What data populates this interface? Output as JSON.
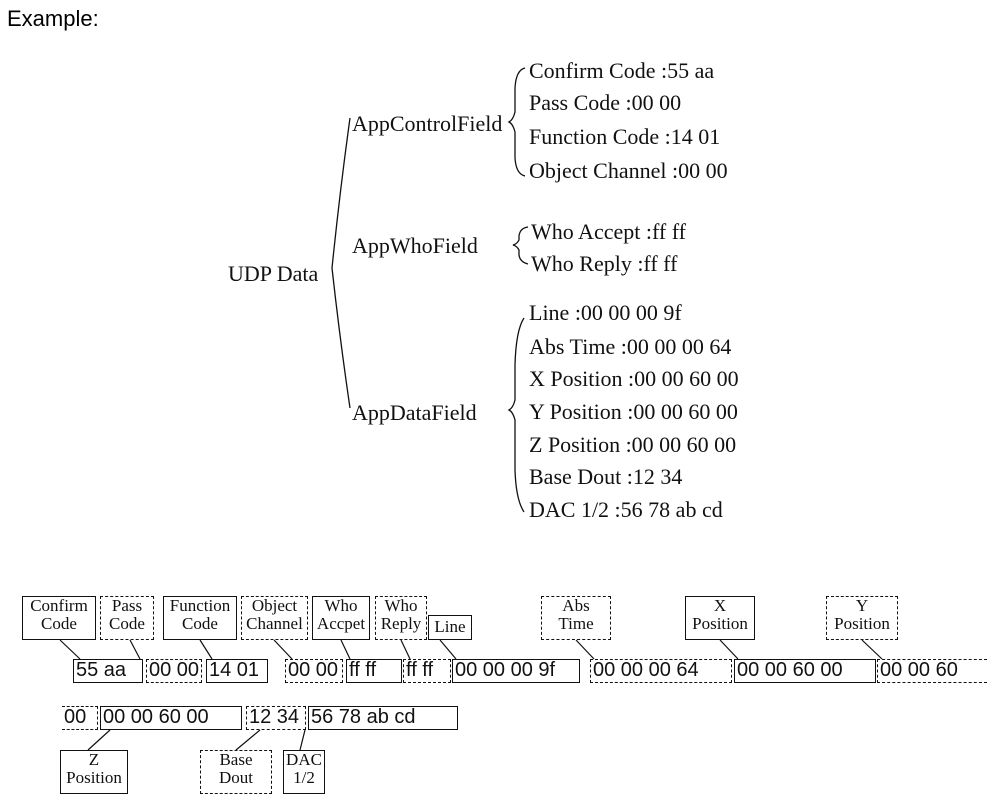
{
  "intro": "Example:",
  "tree": {
    "root": "UDP Data",
    "groups": [
      {
        "name": "AppControlField",
        "items": [
          "Confirm Code :55  aa",
          "Pass Code :00  00",
          "Function Code :14  01",
          "Object Channel :00  00"
        ]
      },
      {
        "name": "AppWhoField",
        "items": [
          "Who Accept :ff  ff",
          "Who Reply :ff  ff"
        ]
      },
      {
        "name": "AppDataField",
        "items": [
          "Line :00  00  00  9f",
          "Abs Time :00  00  00  64",
          "X Position :00  00  60  00",
          "Y Position :00  00  60  00",
          "Z Position :00  00  60  00",
          "Base Dout :12  34",
          "DAC 1/2  :56  78  ab  cd"
        ]
      }
    ]
  },
  "structure": {
    "labels_row1": [
      {
        "l1": "Confirm",
        "l2": "Code"
      },
      {
        "l1": "Pass",
        "l2": "Code"
      },
      {
        "l1": "Function",
        "l2": "Code"
      },
      {
        "l1": "Object",
        "l2": "Channel"
      },
      {
        "l1": "Who",
        "l2": "Accpet"
      },
      {
        "l1": "Who",
        "l2": "Reply"
      },
      {
        "l1": "Line",
        "l2": ""
      },
      {
        "l1": "Abs",
        "l2": "Time"
      },
      {
        "l1": "X",
        "l2": "Position"
      },
      {
        "l1": "Y",
        "l2": "Position"
      }
    ],
    "hex_row1": [
      "55  aa",
      "00  00",
      "14  01",
      "00  00",
      "ff  ff",
      "ff  ff",
      "00  00  00  9f",
      "00  00  00  64",
      "00  00  60  00",
      "00  00  60"
    ],
    "hex_row2": [
      "00",
      "00  00  60  00",
      "12  34",
      "56  78  ab  cd"
    ],
    "labels_row2": [
      {
        "l1": "Z",
        "l2": "Position"
      },
      {
        "l1": "Base",
        "l2": "Dout"
      },
      {
        "l1": "DAC",
        "l2": "1/2"
      }
    ]
  }
}
